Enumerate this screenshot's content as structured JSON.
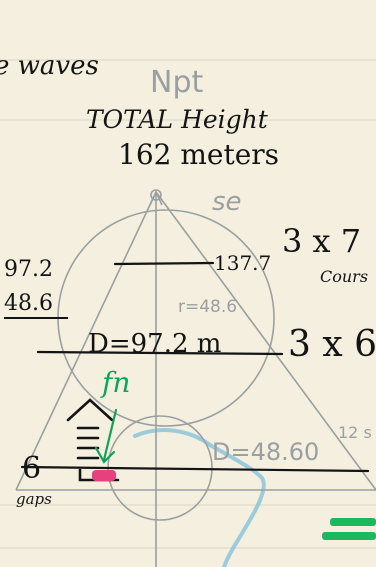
{
  "page": {
    "top_left_fragment": "e waves",
    "pencil_note_top": "Npt",
    "title_line1": "TOTAL Height",
    "title_line2": "162 meters",
    "pencil_note_se": "se"
  },
  "left_notes": {
    "upper_value": "97.2",
    "lower_value": "48.6",
    "count": "6",
    "count_label": "gaps"
  },
  "pyramid": {
    "top_line_value": "137.7",
    "circle_radius_label": "r=48.6",
    "middle_diameter_label": "D=97.2 m",
    "lower_diameter_label": "D=48.60",
    "fn_label": "fn"
  },
  "right_notes": {
    "upper_expr": "3 x 7",
    "upper_sub": "Cours",
    "lower_expr": "3 x 6",
    "corner_note": "12 s"
  },
  "colors": {
    "paper": "#f4efdf",
    "ink": "#141414",
    "pencil": "#9aa0a0",
    "green": "#0fa35a",
    "magenta": "#e6417e",
    "blue": "#8cc6dc"
  }
}
